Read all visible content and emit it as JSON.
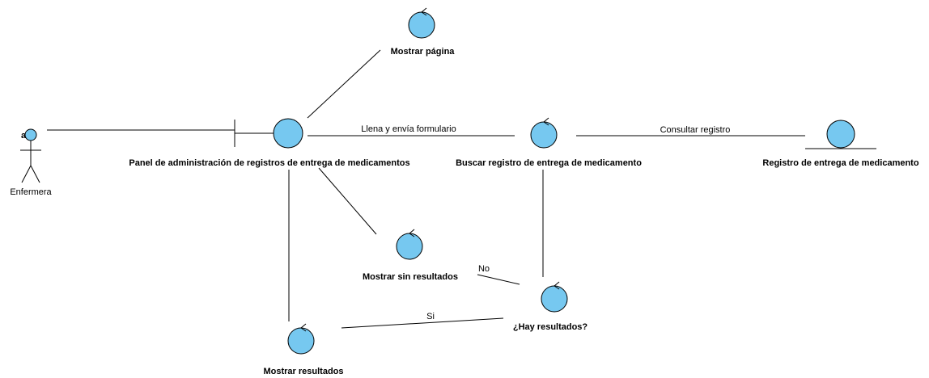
{
  "actor": {
    "label": "Enfermera",
    "marker": "a"
  },
  "nodes": {
    "mostrar_pagina": "Mostrar página",
    "panel": "Panel de administración de registros de entrega de medicamentos",
    "buscar": "Buscar registro de entrega de medicamento",
    "registro": "Registro de entrega de medicamento",
    "sin_resultados": "Mostrar sin resultados",
    "hay_resultados": "¿Hay resultados?",
    "mostrar_resultados": "Mostrar resultados"
  },
  "edges": {
    "llena": "Llena y envía formulario",
    "consultar": "Consultar registro",
    "no": "No",
    "si": "Si"
  },
  "colors": {
    "node_fill": "#76c8f0",
    "stroke": "#000000"
  }
}
